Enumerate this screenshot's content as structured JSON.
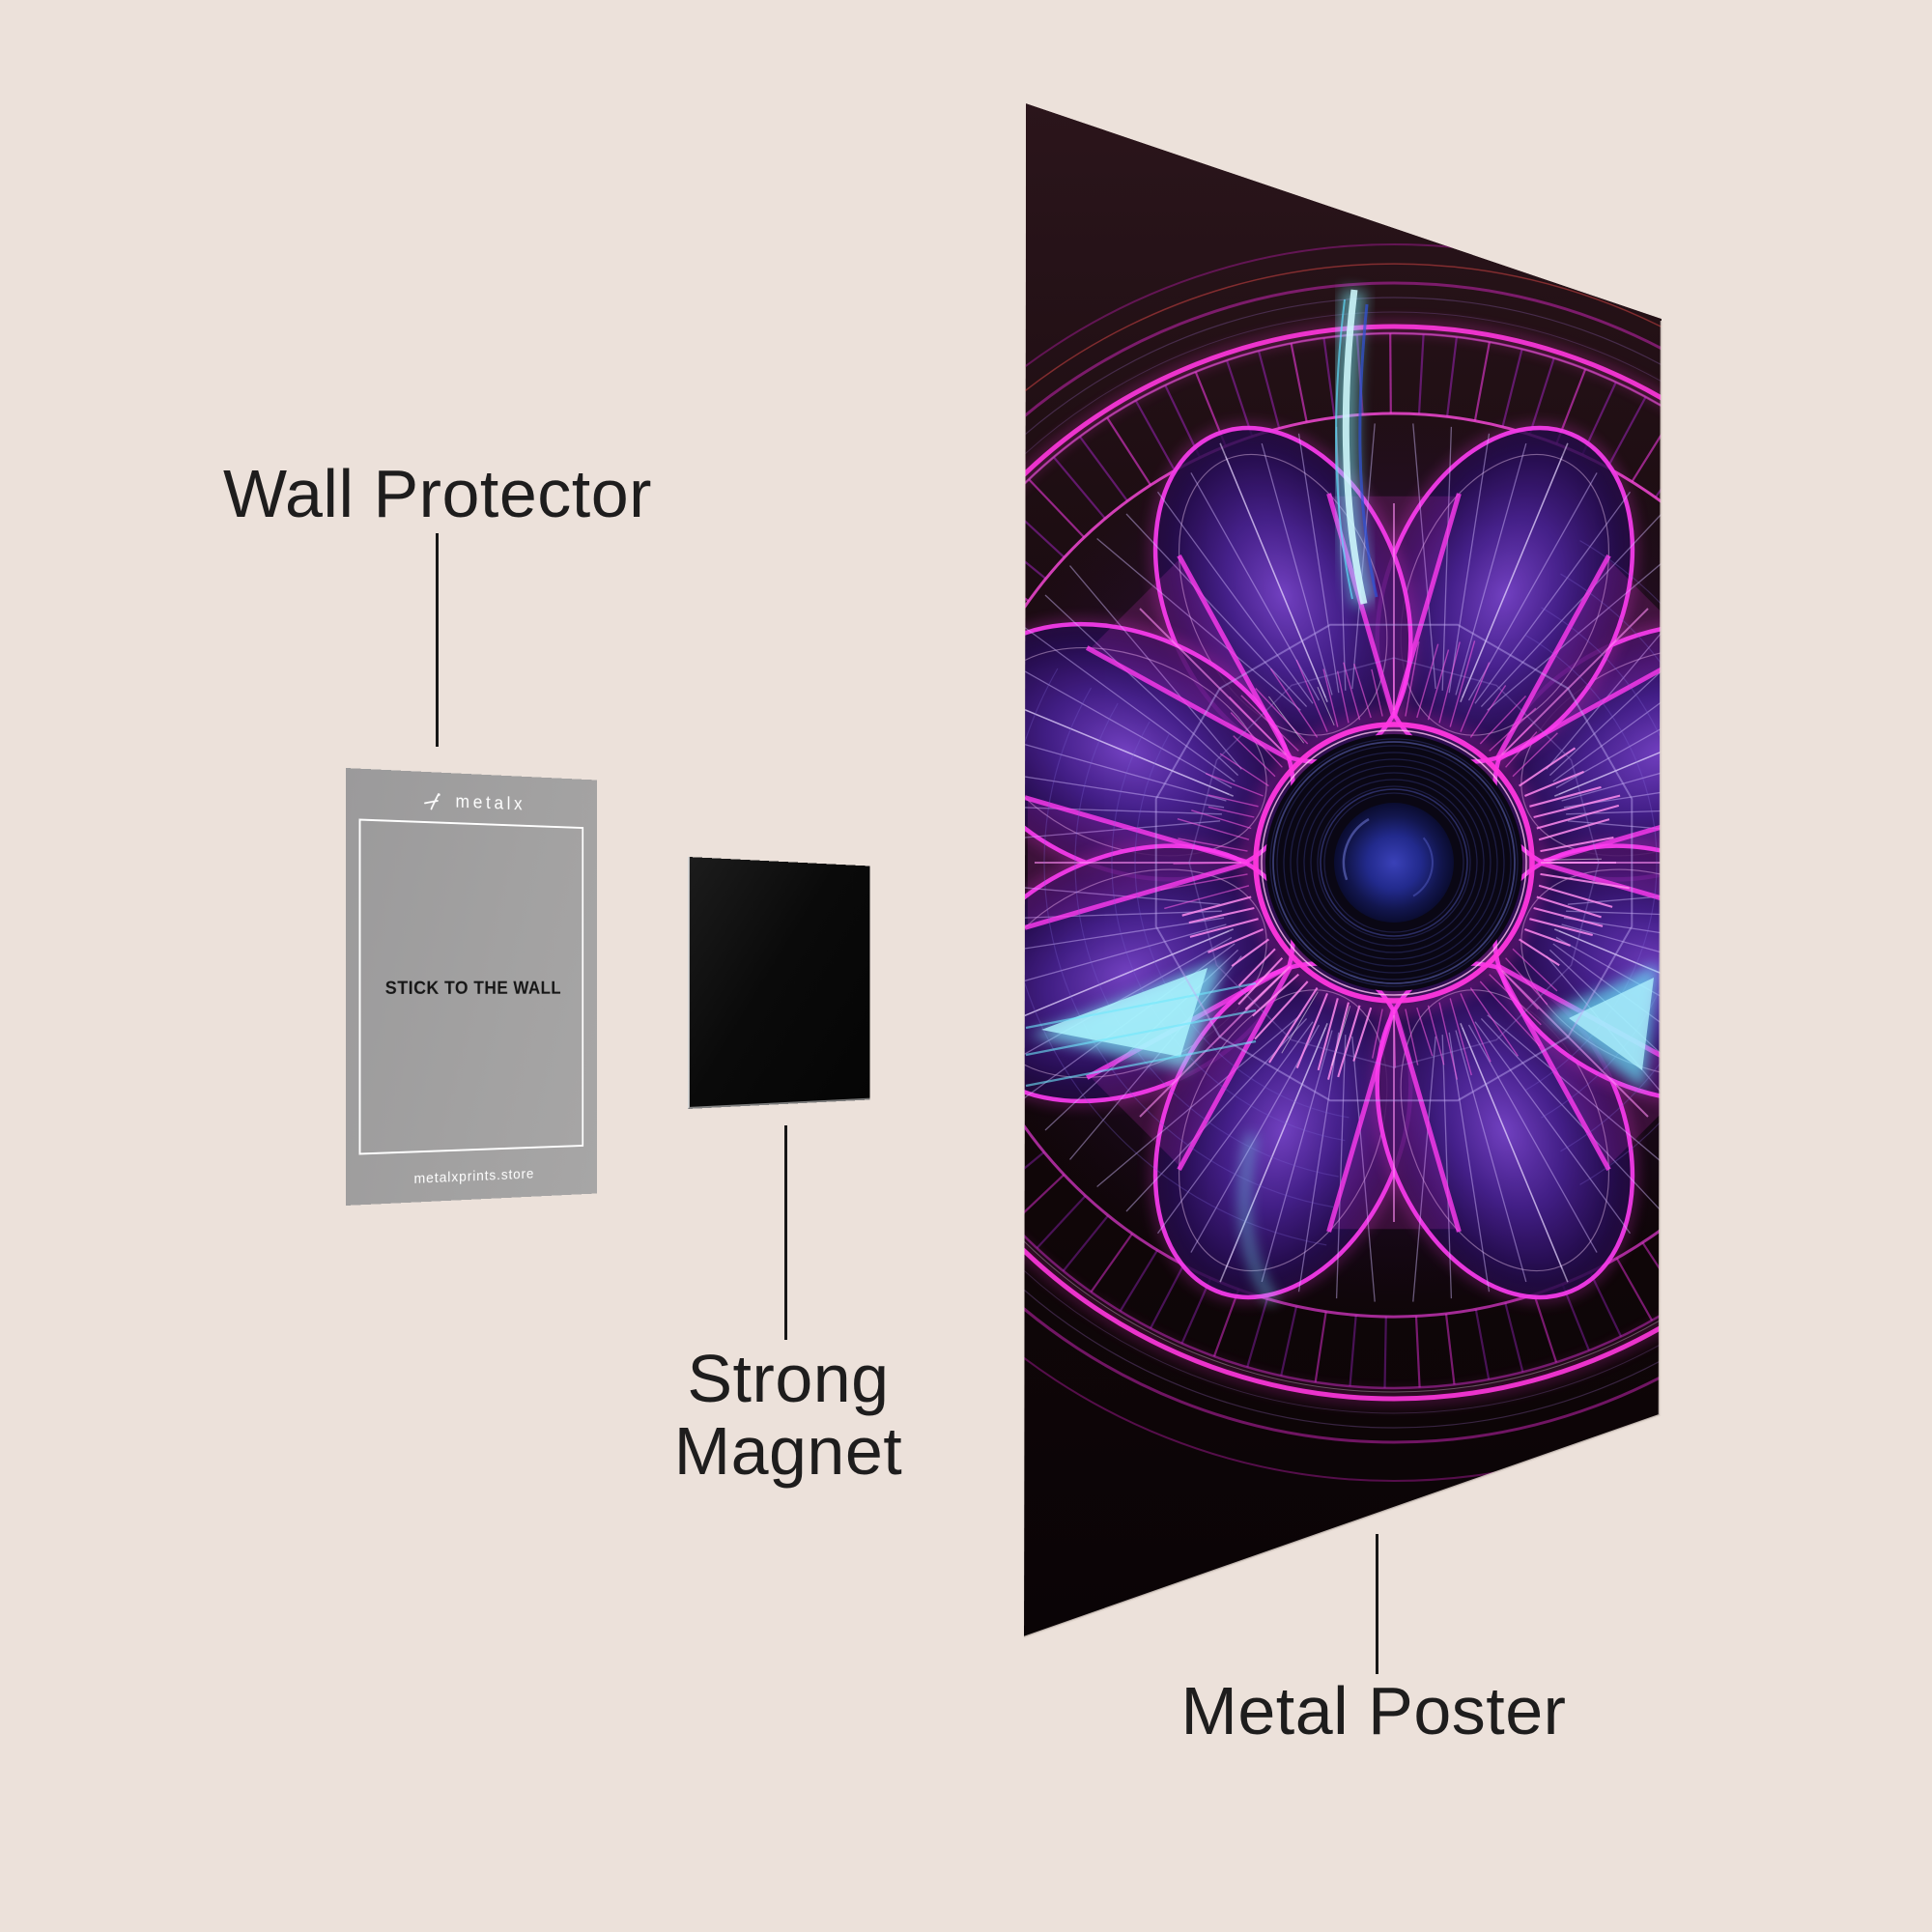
{
  "scene": {
    "background_color": "#ece1da",
    "label_color": "#1e1d1d",
    "line_color": "#161616"
  },
  "labels": {
    "wall_protector": "Wall Protector",
    "strong_magnet_line1": "Strong",
    "strong_magnet_line2": "Magnet",
    "metal_poster": "Metal Poster"
  },
  "wall_protector_card": {
    "brand_icon": "metalx-logo-icon",
    "brand_text": "metalx",
    "center_text": "STICK TO THE WALL",
    "footer_text": "metalxprints.store",
    "card_color": "#a1a0a0",
    "card_text_color": "#ffffff",
    "center_text_color": "#161616"
  },
  "magnet": {
    "color": "#0a0a0a"
  },
  "poster": {
    "artwork": "neon-eye-abstract",
    "colors": {
      "magenta": "#ff37de",
      "hot_pink": "#f23ae8",
      "bright_pink": "#ff3bf0",
      "purple_line": "#d4bcff",
      "cyan": "#7df1fc",
      "deep_blue": "#3c4192",
      "background_top": "#2b151b",
      "background_mid": "#170a0e",
      "background_bottom": "#0a0406"
    }
  }
}
